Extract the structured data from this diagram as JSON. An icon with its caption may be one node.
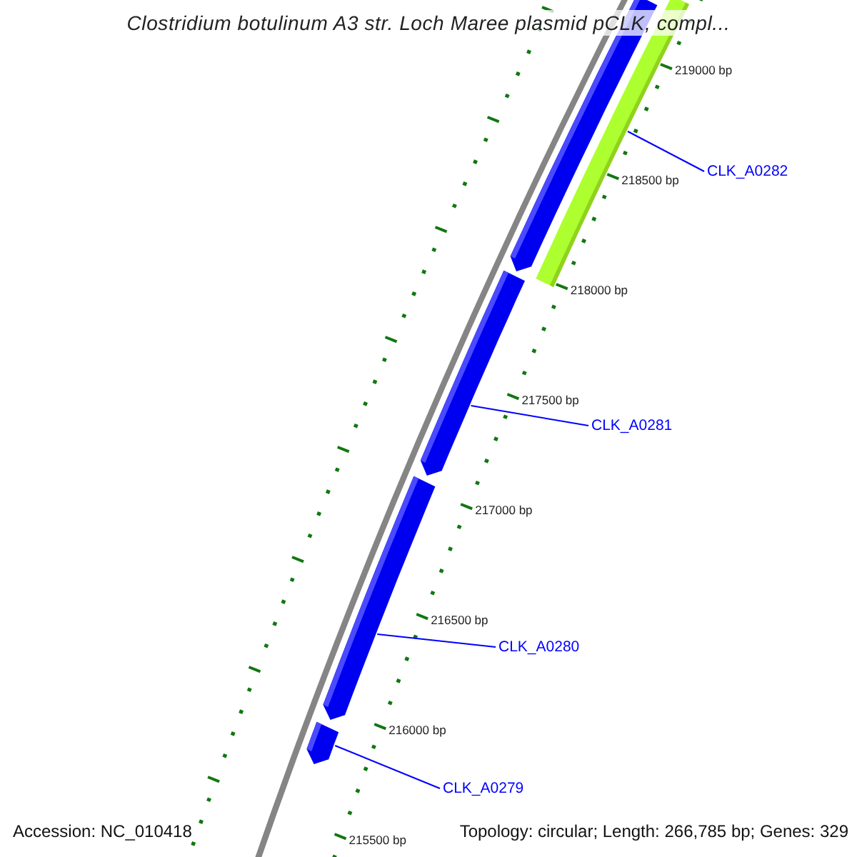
{
  "diagram": {
    "title": "Clostridium botulinum A3 str. Loch Maree plasmid pCLK, compl...",
    "nodes": [
      {
        "text": [],
        "shape": "bar"
      },
      {
        "text": [],
        "shape": "bar"
      },
      {
        "text": [
          "CLK_A0282"
        ]
      },
      {
        "text": [],
        "shape": "bar"
      },
      {
        "text": [
          "CLK_A0281"
        ]
      },
      {
        "text": [],
        "shape": "bar"
      },
      {
        "text": [
          "CLK_A0280"
        ]
      },
      {
        "text": [],
        "shape": "bar"
      },
      {
        "text": [
          "CLK_A0279"
        ]
      }
    ],
    "edges": [
      {
        "from": 2,
        "to": 1,
        "arrow": "none"
      },
      {
        "from": 4,
        "to": 3,
        "arrow": "none"
      },
      {
        "from": 6,
        "to": 5,
        "arrow": "none"
      },
      {
        "from": 8,
        "to": 7,
        "arrow": "none"
      }
    ],
    "labels": [
      "219000 bp",
      "218500 bp",
      "218000 bp",
      "217500 bp",
      "217000 bp",
      "216500 bp",
      "216000 bp",
      "215500 bp",
      "Accession: NC_010418",
      "Topology: circular; Length: 266,785 bp; Genes: 329"
    ]
  }
}
